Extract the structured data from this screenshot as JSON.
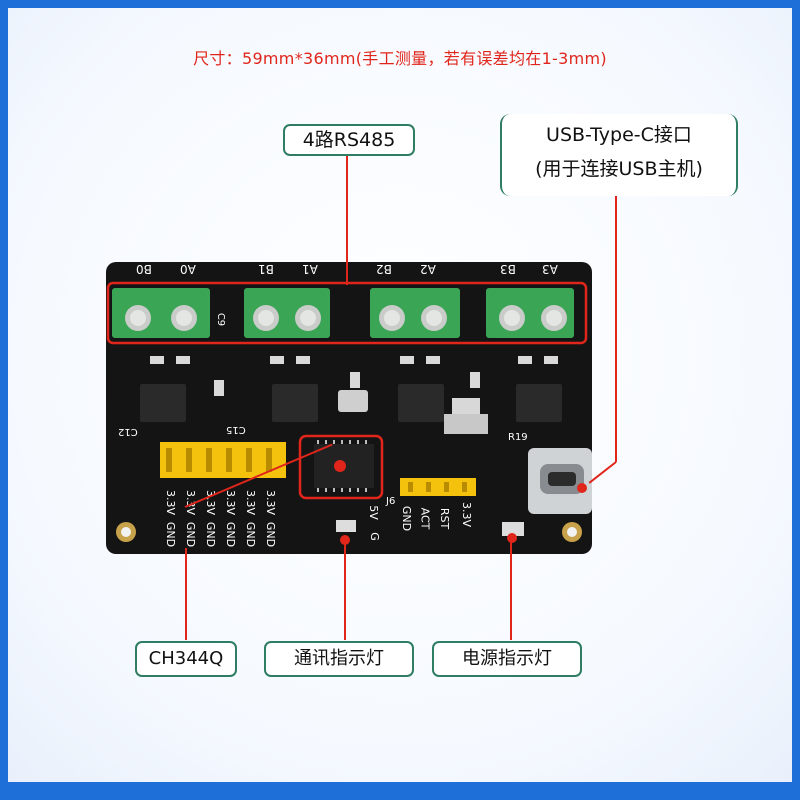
{
  "header": {
    "dimensions_note": "尺寸：59mm*36mm(手工测量，若有误差均在1-3mm)"
  },
  "callouts": {
    "rs485": "4路RS485",
    "usb_line1": "USB-Type-C接口",
    "usb_line2": "(用于连接USB主机)",
    "chip": "CH344Q",
    "comm_led": "通讯指示灯",
    "power_led": "电源指示灯"
  },
  "silkscreen": {
    "terminal_labels": [
      "B0",
      "A0",
      "B1",
      "A1",
      "B2",
      "A2",
      "B3",
      "A3"
    ],
    "left_header_cols": [
      "3.3V",
      "3.3V",
      "3.3V",
      "3.3V",
      "3.3V",
      "3.3V"
    ],
    "left_header_gnd": [
      "GND",
      "GND",
      "GND",
      "GND",
      "GND",
      "GND"
    ],
    "mid_header": [
      "GND",
      "ACT",
      "RST",
      "3.3V"
    ],
    "misc": [
      "J6",
      "5V",
      "G",
      "R19",
      "C15",
      "C12",
      "C9"
    ]
  },
  "colors": {
    "frame_blue": "#1f6fd8",
    "highlight_red": "#e0261b",
    "callout_green": "#2f7d62",
    "terminal_green": "#3aa655",
    "header_yellow": "#f4c20d"
  }
}
